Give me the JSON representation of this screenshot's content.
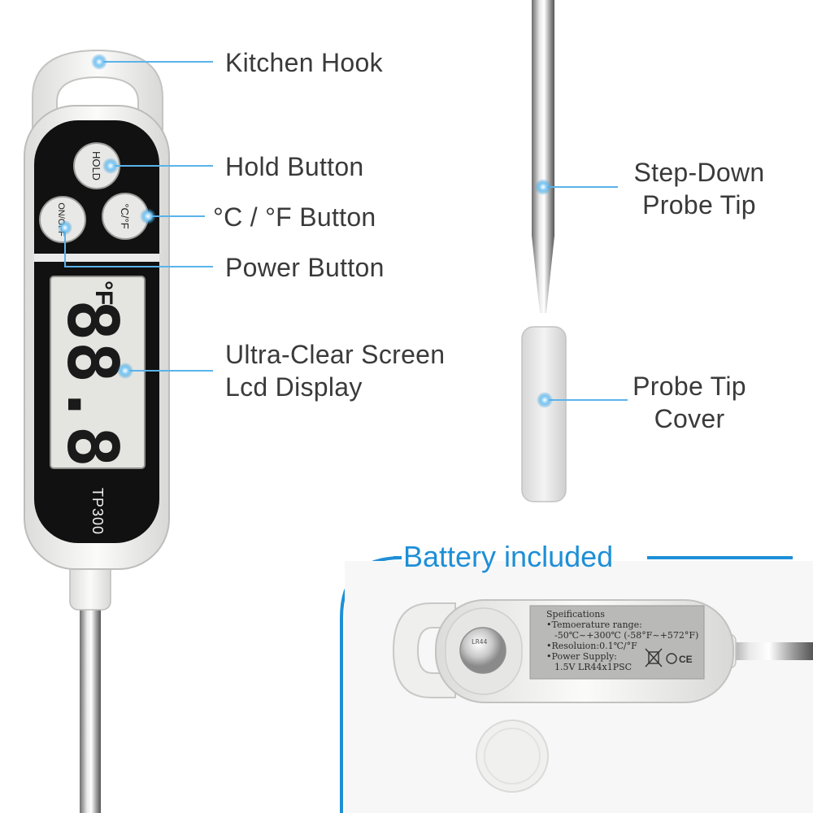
{
  "callouts": {
    "kitchen_hook": "Kitchen Hook",
    "hold_button": "Hold Button",
    "unit_button": "°C / °F Button",
    "power_button": "Power Button",
    "screen_line1": "Ultra-Clear Screen",
    "screen_line2": "Lcd Display",
    "probe_tip_line1": "Step-Down",
    "probe_tip_line2": "Probe Tip",
    "tip_cover_line1": "Probe Tip",
    "tip_cover_line2": "Cover"
  },
  "device": {
    "hold_label": "HOLD",
    "onoff_label": "ON/OFF",
    "unit_label": "°C/°F",
    "lcd_digits": "88.8",
    "lcd_unit": "°F",
    "model": "TP300"
  },
  "battery": {
    "title": "Battery included",
    "spec_lines": [
      "Speifications",
      "•Temoerature range:",
      "-50℃~+300℃  (-58°F~+572°F)",
      "•Resoluion:0.1℃/°F",
      "•Power Supply:",
      "1.5V LR44x1PSC"
    ],
    "compliance_marks": "CE",
    "cell_label": "LR44"
  },
  "colors": {
    "accent": "#1e8fd6",
    "callout_line": "#5bb3ea",
    "body_white": "#f2f2f0",
    "panel_black": "#111111",
    "lcd_bg": "#e4e4e0"
  }
}
